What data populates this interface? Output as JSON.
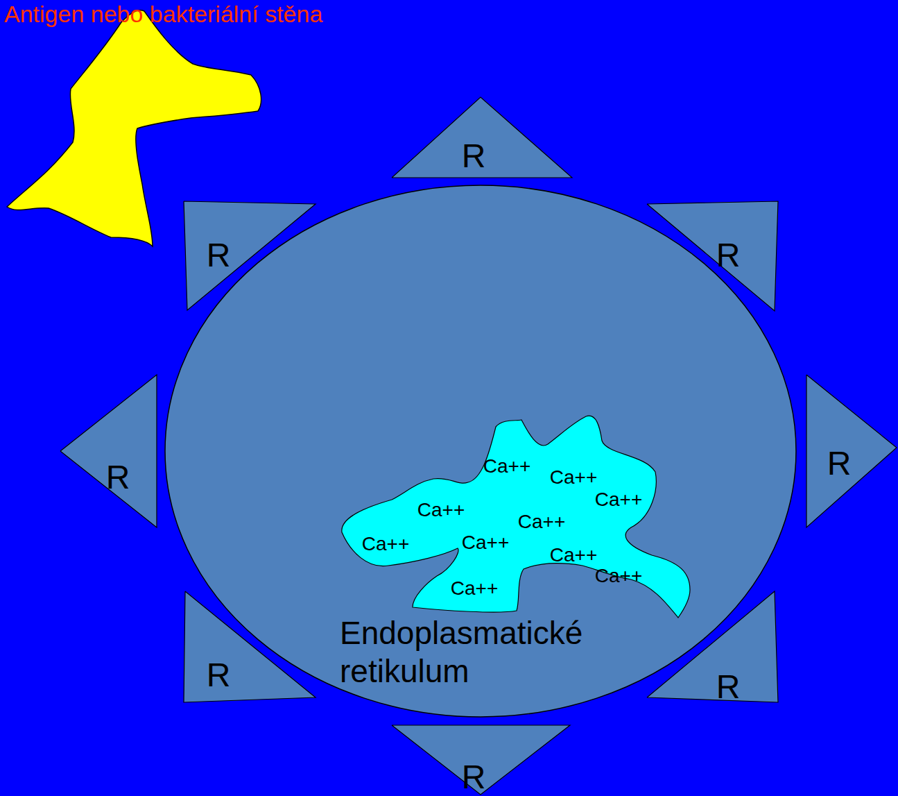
{
  "diagram": {
    "nodes": [
      {
        "text": [
          "R"
        ]
      },
      {
        "text": [
          "R"
        ]
      },
      {
        "text": [
          "R"
        ]
      },
      {
        "text": [
          "R"
        ]
      },
      {
        "text": [
          "R"
        ]
      },
      {
        "text": [
          "Ca++",
          "Ca++",
          "Ca++",
          "Ca++",
          "Ca++",
          "Ca++",
          "Ca++",
          "Ca++",
          "Ca++",
          "Ca++",
          "Endoplasmatické retikulum"
        ]
      },
      {
        "text": [
          "R"
        ]
      },
      {
        "text": [
          "R"
        ]
      },
      {
        "text": [
          "R"
        ]
      }
    ],
    "labels": [
      "Antigen nebo bakteriální stěna"
    ]
  }
}
